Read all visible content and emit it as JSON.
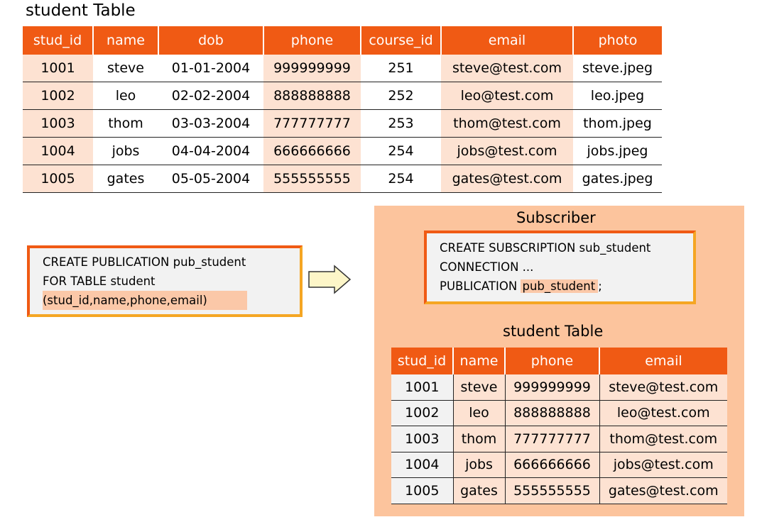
{
  "main": {
    "title": "student Table",
    "columns": [
      "stud_id",
      "name",
      "dob",
      "phone",
      "course_id",
      "email",
      "photo"
    ],
    "rows": [
      [
        "1001",
        "steve",
        "01-01-2004",
        "999999999",
        "251",
        "steve@test.com",
        "steve.jpeg"
      ],
      [
        "1002",
        "leo",
        "02-02-2004",
        "888888888",
        "252",
        "leo@test.com",
        "leo.jpeg"
      ],
      [
        "1003",
        "thom",
        "03-03-2004",
        "777777777",
        "253",
        "thom@test.com",
        "thom.jpeg"
      ],
      [
        "1004",
        "jobs",
        "04-04-2004",
        "666666666",
        "254",
        "jobs@test.com",
        "jobs.jpeg"
      ],
      [
        "1005",
        "gates",
        "05-05-2004",
        "555555555",
        "254",
        "gates@test.com",
        "gates.jpeg"
      ]
    ]
  },
  "publication": {
    "line1": "CREATE PUBLICATION pub_student",
    "line2": "FOR TABLE student",
    "line3": "(stud_id,name,phone,email)"
  },
  "subscriber": {
    "title": "Subscriber",
    "line1": "CREATE SUBSCRIPTION sub_student",
    "line2": "CONNECTION ...",
    "line3_prefix": "PUBLICATION",
    "line3_name": "pub_student",
    "line3_suffix": ";",
    "table_title": "student Table",
    "columns": [
      "stud_id",
      "name",
      "phone",
      "email"
    ],
    "rows": [
      [
        "1001",
        "steve",
        "999999999",
        "steve@test.com"
      ],
      [
        "1002",
        "leo",
        "888888888",
        "leo@test.com"
      ],
      [
        "1003",
        "thom",
        "777777777",
        "thom@test.com"
      ],
      [
        "1004",
        "jobs",
        "666666666",
        "jobs@test.com"
      ],
      [
        "1005",
        "gates",
        "555555555",
        "gates@test.com"
      ]
    ]
  },
  "colors": {
    "header": "#f05a14",
    "highlight": "#fde2d2",
    "panel": "#fcc49d",
    "arrow_fill": "#fdf6c8"
  },
  "icons": {
    "arrow": "right-arrow-icon"
  }
}
